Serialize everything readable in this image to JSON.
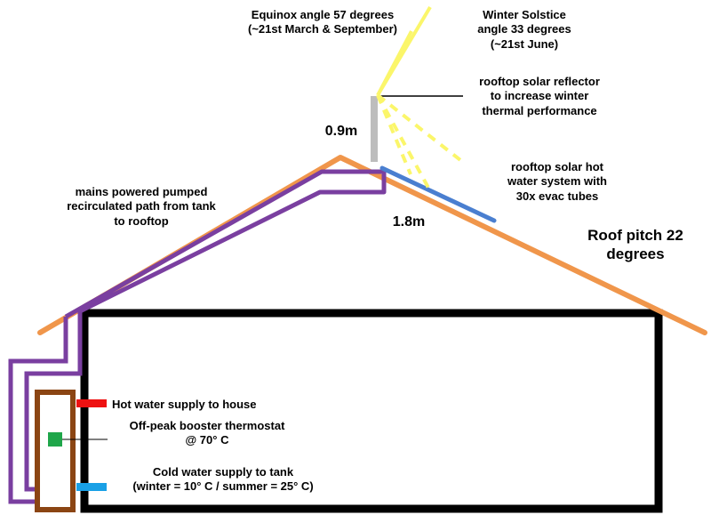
{
  "labels": {
    "equinox_line1": "Equinox angle 57 degrees",
    "equinox_line2": "(~21st March & September)",
    "solstice_line1": "Winter Solstice",
    "solstice_line2": "angle 33 degrees",
    "solstice_line3": "(~21st June)",
    "reflector_line1": "rooftop solar reflector",
    "reflector_line2": "to increase winter",
    "reflector_line3": "thermal performance",
    "reflector_height": "0.9m",
    "collector_line1": "rooftop solar hot",
    "collector_line2": "water system with",
    "collector_line3": "30x evac tubes",
    "collector_length": "1.8m",
    "pumped_line1": "mains powered pumped",
    "pumped_line2": "recirculated path from tank",
    "pumped_line3": "to rooftop",
    "roof_pitch_line1": "Roof pitch 22",
    "roof_pitch_line2": "degrees",
    "hot_supply": "Hot water supply to house",
    "thermostat_line1": "Off-peak booster thermostat",
    "thermostat_line2": "@ 70° C",
    "cold_line1": "Cold water supply to tank",
    "cold_line2": "(winter = 10° C / summer = 25° C)"
  },
  "colors": {
    "roof": "#f0964b",
    "house_wall": "#000000",
    "pipe_loop": "#7a3fa0",
    "tank": "#8b4513",
    "hot_pipe": "#ee1111",
    "cold_pipe": "#19a0e6",
    "thermostat": "#1fa64a",
    "collector": "#4a7fd0",
    "reflector": "#bdbdbd",
    "sun_rays": "#fbf66a"
  }
}
